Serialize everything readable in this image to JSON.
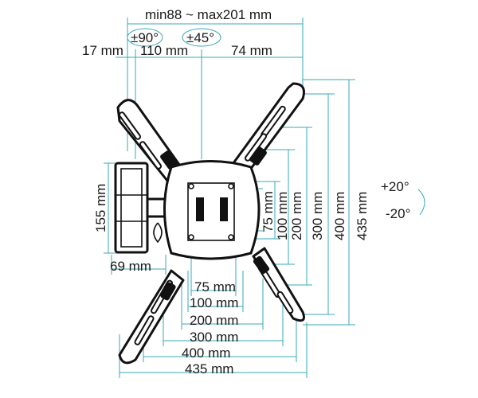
{
  "top": {
    "extension": "min88 ~ max201 mm",
    "swivel_wall": "±90°",
    "swivel_tv": "±45°",
    "wall_offset": "17 mm",
    "arm_length": "110 mm",
    "tv_offset": "74 mm"
  },
  "left": {
    "wall_plate_height": "155 mm",
    "wall_plate_width": "69 mm"
  },
  "right": {
    "tilt_up": "+20°",
    "tilt_down": "-20°",
    "vesa_vertical": [
      "75 mm",
      "100 mm",
      "200 mm",
      "300 mm",
      "400 mm",
      "435 mm"
    ]
  },
  "bottom": {
    "vesa_horizontal": [
      "75 mm",
      "100 mm",
      "200 mm",
      "300 mm",
      "400 mm",
      "435 mm"
    ]
  },
  "colors": {
    "dimension_line": "#3aa9b8",
    "outline": "#111111"
  }
}
